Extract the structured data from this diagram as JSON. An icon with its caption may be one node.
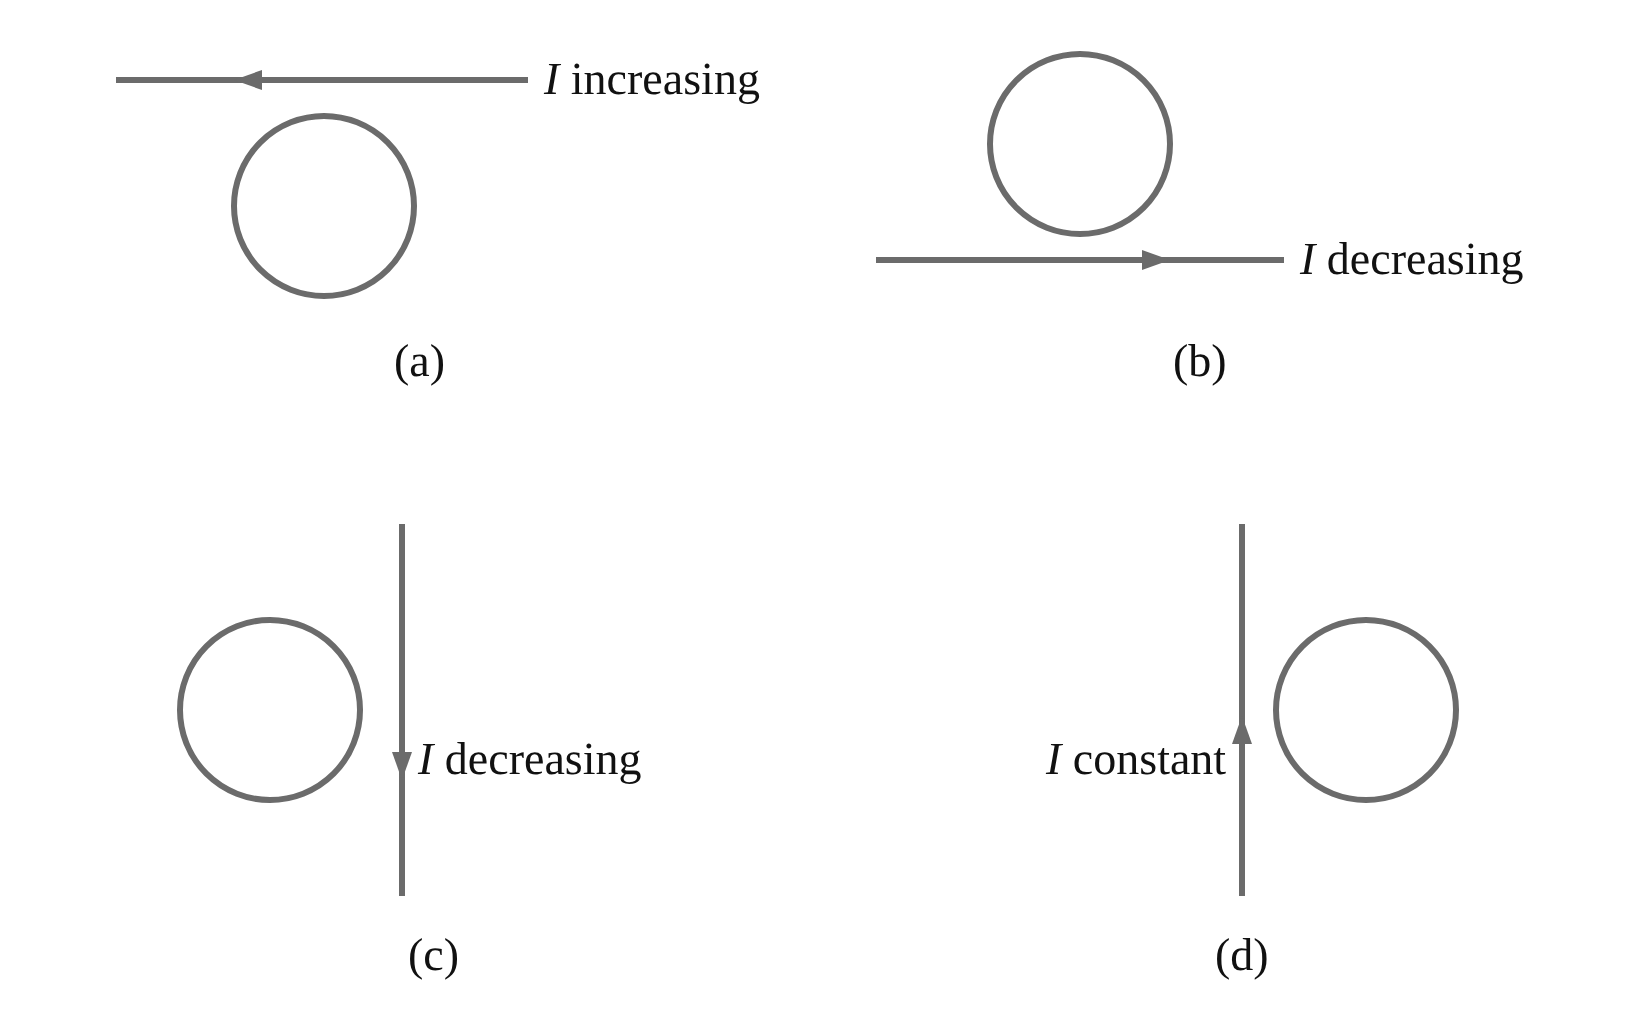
{
  "diagram": {
    "nodes": [
      {
        "text": [],
        "shape": "circle"
      },
      {
        "text": [],
        "shape": "circle"
      },
      {
        "text": [],
        "shape": "circle"
      },
      {
        "text": [],
        "shape": "circle"
      }
    ],
    "labels": [
      "*I* increasing",
      "*I* decreasing",
      "(a)",
      "(b)",
      "*I* decreasing",
      "*I* constant",
      "(c)",
      "(d)"
    ]
  }
}
